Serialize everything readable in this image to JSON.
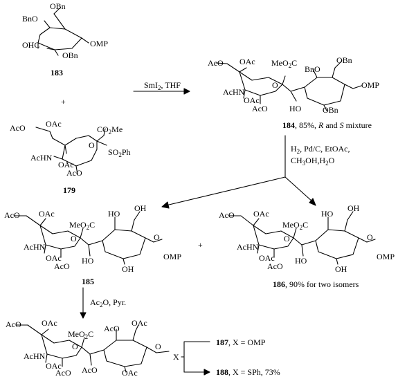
{
  "compounds": {
    "c183": {
      "number": "183"
    },
    "c179": {
      "number": "179"
    },
    "c184": {
      "number": "184",
      "note_pre": ", 85%, ",
      "r": "R",
      "and": " and ",
      "s": "S",
      "note_post": " mixture"
    },
    "c185": {
      "number": "185"
    },
    "c186": {
      "number": "186",
      "note": ", 90% for two isomers"
    },
    "c187": {
      "number": "187",
      "note": ", X = OMP"
    },
    "c188": {
      "number": "188",
      "note": ", X = SPh, 73%"
    }
  },
  "plus_1": "+",
  "plus_2": "+",
  "reagents": {
    "step1_a": "SmI",
    "step1_sub": "2",
    "step1_b": ", THF",
    "step2_line1": "H",
    "step2_line1_sub": "2",
    "step2_line1_rest": ", Pd/C, EtOAc,",
    "step2_line2": "CH",
    "step2_line2_sub1": "3",
    "step2_line2_mid": "OH,H",
    "step2_line2_sub2": "2",
    "step2_line2_end": "O",
    "step3_a": "Ac",
    "step3_sub": "2",
    "step3_b": "O, Pyr."
  },
  "groups": {
    "bno": "BnO",
    "obn": "OBn",
    "ohc": "OHC",
    "omp": "OMP",
    "aco": "AcO",
    "oac": "OAc",
    "achn": "AcHN",
    "co2me_a": "CO",
    "co2me_sub": "2",
    "co2me_b": "Me",
    "meo2c_a": "MeO",
    "meo2c_sub": "2",
    "meo2c_b": "C",
    "so2ph_a": "SO",
    "so2ph_sub": "2",
    "so2ph_b": "Ph",
    "ho": "HO",
    "oh": "OH",
    "o": "O",
    "x": "X"
  }
}
